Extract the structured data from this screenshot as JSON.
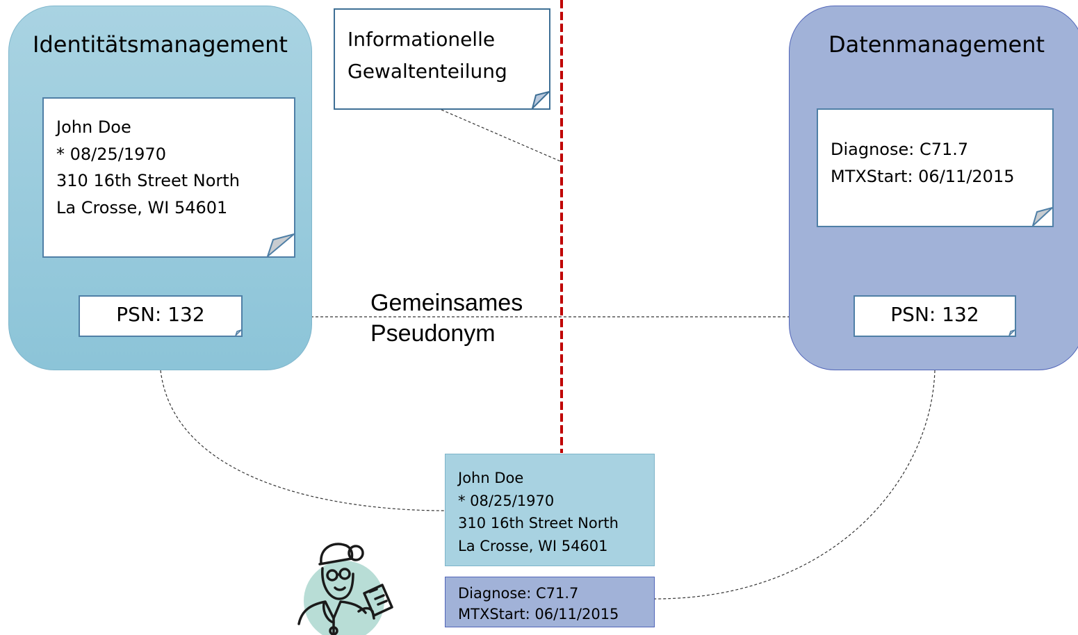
{
  "identity_zone": {
    "title": "Identitätsmanagement",
    "record": "John Doe\n* 08/25/1970\n310 16th Street North\nLa Crosse, WI 54601",
    "psn": "PSN: 132"
  },
  "data_zone": {
    "title": "Datenmanagement",
    "record": "Diagnose: C71.7\nMTXStart: 06/11/2015",
    "psn": "PSN: 132"
  },
  "callout": "Informationelle\nGewaltenteilung",
  "shared_pseudonym": "Gemeinsames\nPseudonym",
  "merged": {
    "identity": "John Doe\n* 08/25/1970\n310 16th Street North\nLa Crosse, WI 54601",
    "data": "Diagnose: C71.7\nMTXStart: 06/11/2015"
  },
  "icons": {
    "doctor": "doctor-icon"
  },
  "colors": {
    "identity_zone": "#a9d3e2",
    "data_zone": "#a1b2d8",
    "separator": "#c00000",
    "note_border": "#4f7fa6"
  }
}
